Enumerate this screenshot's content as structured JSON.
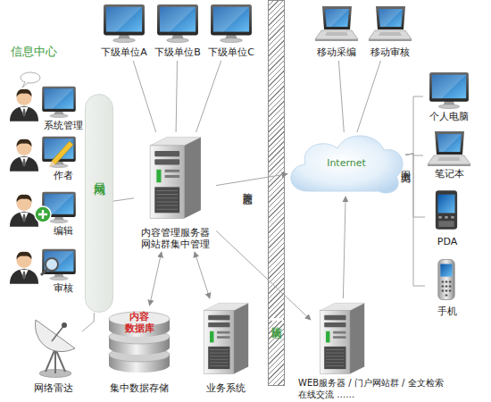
{
  "diagram": {
    "nodes": [
      {
        "text": [
          "下级单位A"
        ]
      },
      {
        "text": [
          "下级单位B"
        ]
      },
      {
        "text": [
          "下级单位C"
        ]
      },
      {
        "text": [
          "移动采编"
        ]
      },
      {
        "text": [
          "移动审核"
        ]
      },
      {
        "text": [
          "局域网"
        ]
      },
      {
        "text": [
          "系统管理"
        ]
      },
      {
        "text": [
          "作者"
        ]
      },
      {
        "text": [
          "编辑"
        ]
      },
      {
        "text": [
          "审核"
        ]
      },
      {
        "text": [
          "内容管理服务器 网站群集中管理"
        ]
      },
      {
        "text": [
          "防火墙"
        ]
      },
      {
        "text": [
          "Internet"
        ]
      },
      {
        "text": [
          "个人电脑"
        ]
      },
      {
        "text": [
          "笔记本"
        ]
      },
      {
        "text": [
          "PDA"
        ]
      },
      {
        "text": [
          "手机"
        ]
      },
      {
        "text": [
          "网络雷达"
        ]
      },
      {
        "text": [
          "内容 数据库",
          "集中数据存储"
        ]
      },
      {
        "text": [
          "业务系统"
        ]
      },
      {
        "text": [
          "WEB服务器 / 门户网站群 / 全文检索 在线交流 ……"
        ]
      }
    ],
    "edges": [
      {
        "from": 5,
        "to": 10,
        "arrow": "none"
      },
      {
        "from": 10,
        "to": 0,
        "arrow": "none"
      },
      {
        "from": 10,
        "to": 1,
        "arrow": "none"
      },
      {
        "from": 10,
        "to": 2,
        "arrow": "none"
      },
      {
        "from": 10,
        "to": 12,
        "label": "静态页面",
        "arrow": "to"
      },
      {
        "from": 10,
        "to": 18,
        "arrow": "both"
      },
      {
        "from": 10,
        "to": 19,
        "arrow": "both"
      },
      {
        "from": 10,
        "to": 20,
        "arrow": "to"
      },
      {
        "from": 20,
        "to": 12,
        "arrow": "to"
      },
      {
        "from": 12,
        "to": 3,
        "arrow": "none"
      },
      {
        "from": 12,
        "to": 4,
        "arrow": "none"
      },
      {
        "from": 12,
        "to": 13,
        "arrow": "none"
      },
      {
        "from": 12,
        "to": 14,
        "arrow": "none"
      },
      {
        "from": 12,
        "to": 15,
        "arrow": "none"
      },
      {
        "from": 12,
        "to": 16,
        "arrow": "none"
      },
      {
        "from": 17,
        "to": 5,
        "arrow": "none"
      }
    ],
    "labels": [
      "信息中心",
      "上网浏览"
    ]
  }
}
